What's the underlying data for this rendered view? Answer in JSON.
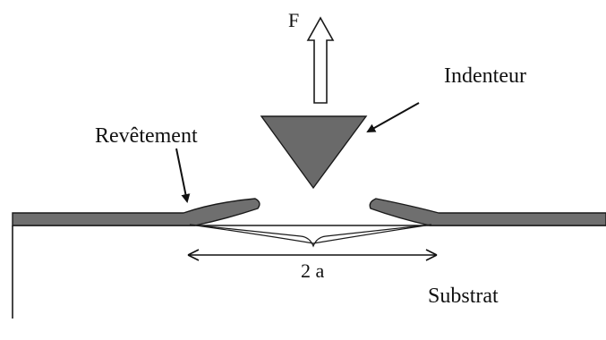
{
  "labels": {
    "force": "F",
    "indenter": "Indenteur",
    "coating": "Revêtement",
    "width": "2 a",
    "substrate": "Substrat"
  },
  "colors": {
    "coating_fill": "#6f6f6f",
    "indenter_fill": "#6a6a6a",
    "stroke": "#1a1a1a",
    "background": "#ffffff"
  }
}
